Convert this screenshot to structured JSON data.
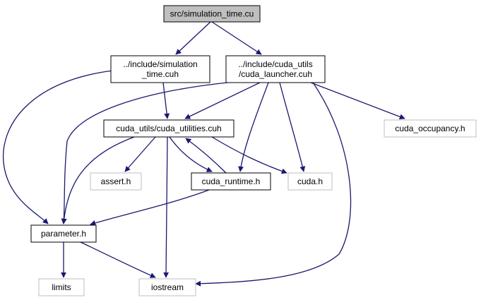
{
  "graph": {
    "nodes": [
      {
        "id": "sim_cu",
        "lines": [
          "src/simulation_time.cu"
        ],
        "style": "root"
      },
      {
        "id": "sim_cuh",
        "lines": [
          "../include/simulation",
          "_time.cuh"
        ],
        "style": "normal"
      },
      {
        "id": "launcher",
        "lines": [
          "../include/cuda_utils",
          "/cuda_launcher.cuh"
        ],
        "style": "normal"
      },
      {
        "id": "utilities",
        "lines": [
          "cuda_utils/cuda_utilities.cuh"
        ],
        "style": "normal"
      },
      {
        "id": "occupancy",
        "lines": [
          "cuda_occupancy.h"
        ],
        "style": "external"
      },
      {
        "id": "assert",
        "lines": [
          "assert.h"
        ],
        "style": "external"
      },
      {
        "id": "runtime",
        "lines": [
          "cuda_runtime.h"
        ],
        "style": "normal"
      },
      {
        "id": "cuda_h",
        "lines": [
          "cuda.h"
        ],
        "style": "external"
      },
      {
        "id": "parameter",
        "lines": [
          "parameter.h"
        ],
        "style": "normal"
      },
      {
        "id": "limits",
        "lines": [
          "limits"
        ],
        "style": "external"
      },
      {
        "id": "iostream",
        "lines": [
          "iostream"
        ],
        "style": "external"
      }
    ],
    "edges": [
      {
        "from": "sim_cu",
        "to": "sim_cuh"
      },
      {
        "from": "sim_cu",
        "to": "launcher"
      },
      {
        "from": "sim_cuh",
        "to": "parameter"
      },
      {
        "from": "sim_cuh",
        "to": "utilities"
      },
      {
        "from": "launcher",
        "to": "utilities"
      },
      {
        "from": "launcher",
        "to": "parameter"
      },
      {
        "from": "launcher",
        "to": "runtime"
      },
      {
        "from": "launcher",
        "to": "cuda_h"
      },
      {
        "from": "launcher",
        "to": "occupancy"
      },
      {
        "from": "launcher",
        "to": "iostream"
      },
      {
        "from": "utilities",
        "to": "assert"
      },
      {
        "from": "utilities",
        "to": "parameter"
      },
      {
        "from": "utilities",
        "to": "runtime"
      },
      {
        "from": "utilities",
        "to": "cuda_h"
      },
      {
        "from": "utilities",
        "to": "iostream"
      },
      {
        "from": "runtime",
        "to": "utilities"
      },
      {
        "from": "runtime",
        "to": "parameter"
      },
      {
        "from": "parameter",
        "to": "limits"
      },
      {
        "from": "parameter",
        "to": "iostream"
      }
    ]
  },
  "colors": {
    "edge": "#191970",
    "root_fill": "#bfbfbf",
    "normal_border": "#000000",
    "external_border": "#bfbfbf",
    "text": "#000000"
  }
}
